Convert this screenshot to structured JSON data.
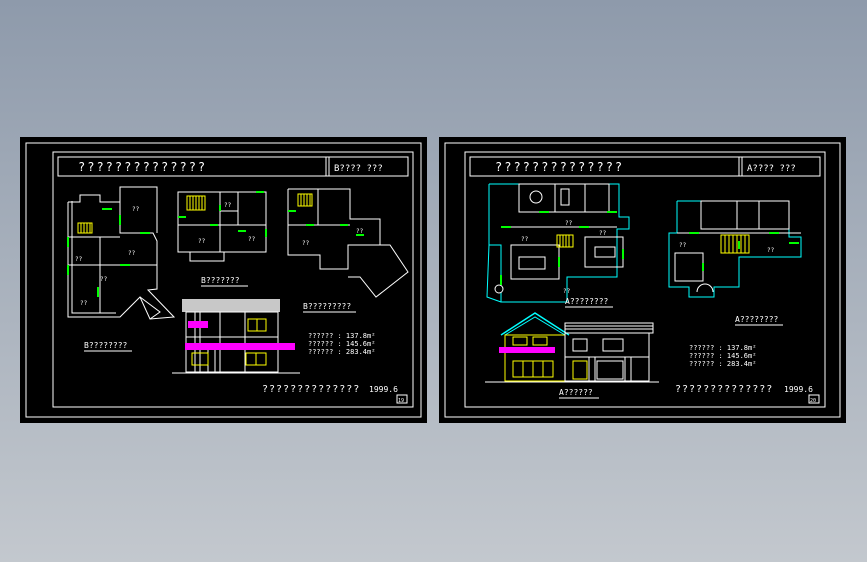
{
  "sheet_b": {
    "title": "??????????????",
    "code": "B???? ???",
    "label_plan1": "B????????",
    "label_plan2": "B???????",
    "label_plan3": "B?????????",
    "area_1": "?????? : 137.8m²",
    "area_2": "?????? : 145.6m²",
    "area_3": "?????? : 283.4m²",
    "footer": "??????????????",
    "date": "1999.6",
    "page_no": "19",
    "room": "??"
  },
  "sheet_a": {
    "title": "??????????????",
    "code": "A???? ???",
    "label_plan1": "A????????",
    "label_plan2": "A????????",
    "label_elev": "A??????",
    "area_1": "?????? : 137.8m²",
    "area_2": "?????? : 145.6m²",
    "area_3": "?????? : 283.4m²",
    "footer": "??????????????",
    "date": "1999.6",
    "page_no": "20",
    "room": "??"
  },
  "colors": {
    "background": "#000000",
    "walls": "#ffffff",
    "doors": "#00ff00",
    "stairs": "#ffff00",
    "balcony": "#ff00ff",
    "fixtures": "#00ffff"
  }
}
